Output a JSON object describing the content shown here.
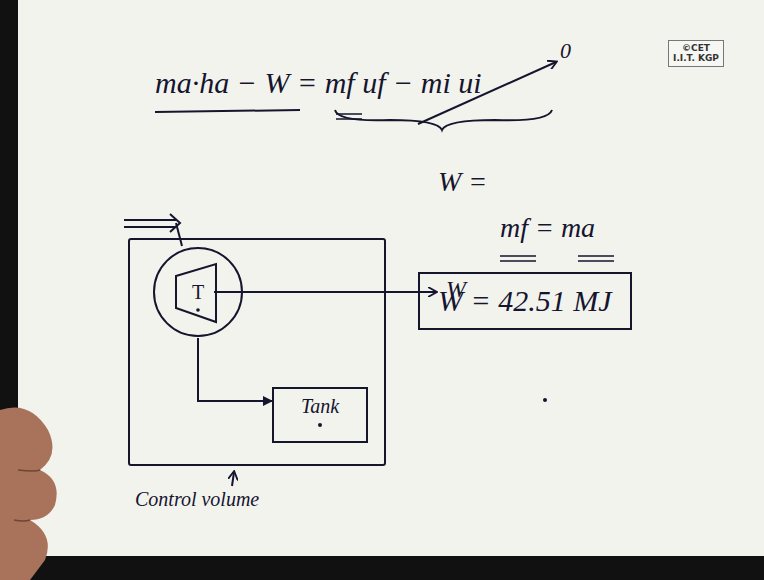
{
  "diagram": {
    "nodes": [
      {
        "text": [
          "Control volume"
        ]
      },
      {
        "text": [
          "T"
        ],
        "in": 0
      },
      {
        "text": [
          "Tank"
        ],
        "in": 0
      },
      {
        "text": [
          "W = 42.51 MJ"
        ]
      },
      {
        "text": [
          "©CET I.I.T. KGP"
        ]
      }
    ],
    "edges": [
      {
        "from": 1,
        "to": 2,
        "arrow": "to"
      }
    ],
    "labels": [
      "ma·ha − W = mf uf − mi ui",
      "0",
      "W",
      "W =",
      "mf = ma"
    ]
  }
}
